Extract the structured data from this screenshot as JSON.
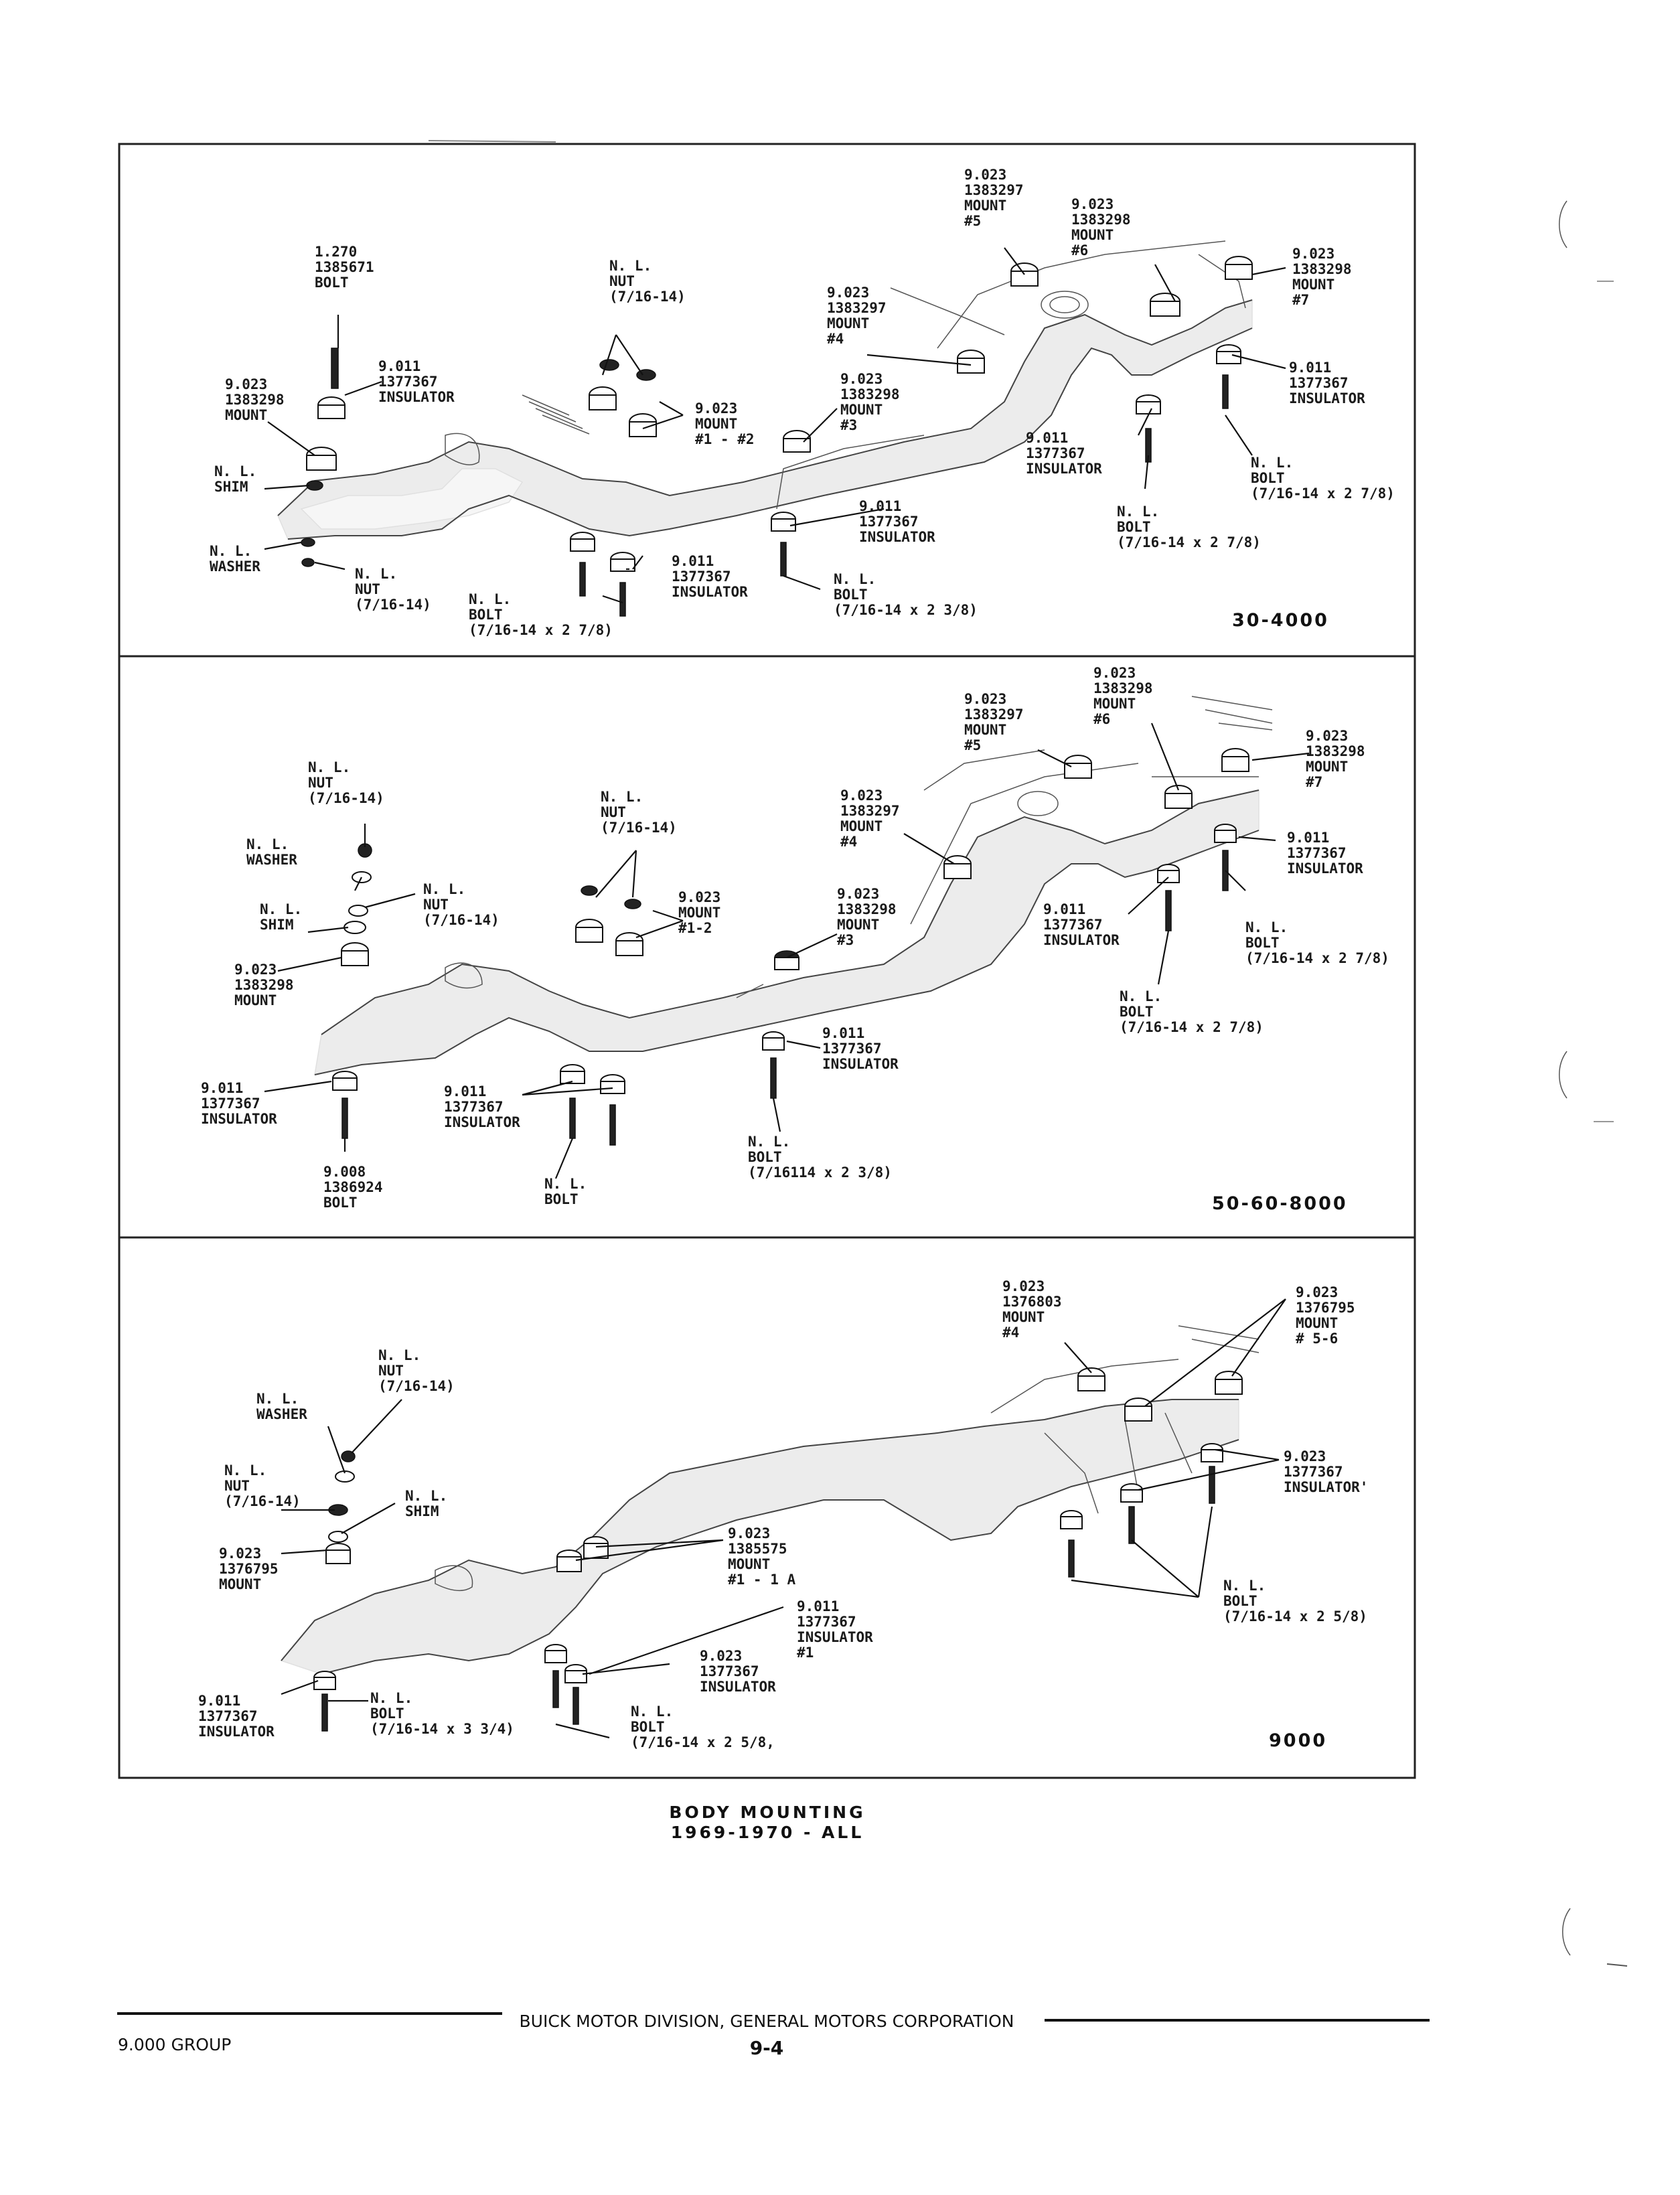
{
  "panels": [
    {
      "code": "30-4000",
      "labels": [
        {
          "id": "p1-bolt-top",
          "lines": [
            "1.270",
            "1385671",
            "BOLT"
          ]
        },
        {
          "id": "p1-nut-top",
          "lines": [
            "N. L.",
            "NUT",
            "(7/16-14)"
          ]
        },
        {
          "id": "p1-mount5",
          "lines": [
            "9.023",
            "1383297",
            "MOUNT",
            "#5"
          ]
        },
        {
          "id": "p1-mount6",
          "lines": [
            "9.023",
            "1383298",
            "MOUNT",
            "#6"
          ]
        },
        {
          "id": "p1-mount7",
          "lines": [
            "9.023",
            "1383298",
            "MOUNT",
            "#7"
          ]
        },
        {
          "id": "p1-mount4",
          "lines": [
            "9.023",
            "1383297",
            "MOUNT",
            "#4"
          ]
        },
        {
          "id": "p1-insulator-upper",
          "lines": [
            "9.011",
            "1377367",
            "INSULATOR"
          ]
        },
        {
          "id": "p1-mount-left",
          "lines": [
            "9.023",
            "1383298",
            "MOUNT"
          ]
        },
        {
          "id": "p1-mount12",
          "lines": [
            "9.023",
            "MOUNT",
            "#1 - #2"
          ]
        },
        {
          "id": "p1-mount3",
          "lines": [
            "9.023",
            "1383298",
            "MOUNT",
            "#3"
          ]
        },
        {
          "id": "p1-insulator-right",
          "lines": [
            "9.011",
            "1377367",
            "INSULATOR"
          ]
        },
        {
          "id": "p1-insulator-mid-right",
          "lines": [
            "9.011",
            "1377367",
            "INSULATOR"
          ]
        },
        {
          "id": "p1-shim",
          "lines": [
            "N. L.",
            "SHIM"
          ]
        },
        {
          "id": "p1-bolt-right",
          "lines": [
            "N. L.",
            "BOLT",
            "(7/16-14 x 2 7/8)"
          ]
        },
        {
          "id": "p1-bolt-right2",
          "lines": [
            "N. L.",
            "BOLT",
            "(7/16-14 x 2 7/8)"
          ]
        },
        {
          "id": "p1-insulator-mid",
          "lines": [
            "9.011",
            "1377367",
            "INSULATOR"
          ]
        },
        {
          "id": "p1-washer",
          "lines": [
            "N. L.",
            "WASHER"
          ]
        },
        {
          "id": "p1-nut-bottom",
          "lines": [
            "N. L.",
            "NUT",
            "(7/16-14)"
          ]
        },
        {
          "id": "p1-insulator-bottom",
          "lines": [
            "9.011",
            "1377367",
            "INSULATOR"
          ]
        },
        {
          "id": "p1-bolt-bottom",
          "lines": [
            "N. L.",
            "BOLT",
            "(7/16-14 x 2 7/8)"
          ]
        },
        {
          "id": "p1-bolt-mid",
          "lines": [
            "N. L.",
            "BOLT",
            "(7/16-14 x 2 3/8)"
          ]
        }
      ]
    },
    {
      "code": "50-60-8000",
      "labels": [
        {
          "id": "p2-mount6",
          "lines": [
            "9.023",
            "1383298",
            "MOUNT",
            "#6"
          ]
        },
        {
          "id": "p2-mount5",
          "lines": [
            "9.023",
            "1383297",
            "MOUNT",
            "#5"
          ]
        },
        {
          "id": "p2-mount7",
          "lines": [
            "9.023",
            "1383298",
            "MOUNT",
            "#7"
          ]
        },
        {
          "id": "p2-nut-top",
          "lines": [
            "N. L.",
            "NUT",
            "(7/16-14)"
          ]
        },
        {
          "id": "p2-nut-mid",
          "lines": [
            "N. L.",
            "NUT",
            "(7/16-14)"
          ]
        },
        {
          "id": "p2-mount4",
          "lines": [
            "9.023",
            "1383297",
            "MOUNT",
            "#4"
          ]
        },
        {
          "id": "p2-washer",
          "lines": [
            "N. L.",
            "WASHER"
          ]
        },
        {
          "id": "p2-insulator-right",
          "lines": [
            "9.011",
            "1377367",
            "INSULATOR"
          ]
        },
        {
          "id": "p2-nut-left",
          "lines": [
            "N. L.",
            "NUT",
            "(7/16-14)"
          ]
        },
        {
          "id": "p2-mount12",
          "lines": [
            "9.023",
            "MOUNT",
            "#1-2"
          ]
        },
        {
          "id": "p2-mount3",
          "lines": [
            "9.023",
            "1383298",
            "MOUNT",
            "#3"
          ]
        },
        {
          "id": "p2-shim",
          "lines": [
            "N. L.",
            "SHIM"
          ]
        },
        {
          "id": "p2-insulator-mid-right",
          "lines": [
            "9.011",
            "1377367",
            "INSULATOR"
          ]
        },
        {
          "id": "p2-bolt-right",
          "lines": [
            "N. L.",
            "BOLT",
            "(7/16-14 x 2 7/8)"
          ]
        },
        {
          "id": "p2-mount-left",
          "lines": [
            "9.023",
            "1383298",
            "MOUNT"
          ]
        },
        {
          "id": "p2-bolt-mid-right",
          "lines": [
            "N. L.",
            "BOLT",
            "(7/16-14 x 2 7/8)"
          ]
        },
        {
          "id": "p2-insulator-mid",
          "lines": [
            "9.011",
            "1377367",
            "INSULATOR"
          ]
        },
        {
          "id": "p2-insulator-left",
          "lines": [
            "9.011",
            "1377367",
            "INSULATOR"
          ]
        },
        {
          "id": "p2-insulator-center",
          "lines": [
            "9.011",
            "1377367",
            "INSULATOR"
          ]
        },
        {
          "id": "p2-bolt-center",
          "lines": [
            "N. L.",
            "BOLT",
            "(7/16114 x 2 3/8)"
          ]
        },
        {
          "id": "p2-bolt-left",
          "lines": [
            "9.008",
            "1386924",
            "BOLT"
          ]
        },
        {
          "id": "p2-bolt-bottom",
          "lines": [
            "N. L.",
            "BOLT"
          ]
        }
      ]
    },
    {
      "code": "9000",
      "labels": [
        {
          "id": "p3-mount4",
          "lines": [
            "9.023",
            "1376803",
            "MOUNT",
            "#4"
          ]
        },
        {
          "id": "p3-mount56",
          "lines": [
            "9.023",
            "1376795",
            "MOUNT",
            "# 5-6"
          ]
        },
        {
          "id": "p3-nut-top",
          "lines": [
            "N. L.",
            "NUT",
            "(7/16-14)"
          ]
        },
        {
          "id": "p3-washer",
          "lines": [
            "N. L.",
            "WASHER"
          ]
        },
        {
          "id": "p3-insulator-right",
          "lines": [
            "9.023",
            "1377367",
            "INSULATOR'"
          ]
        },
        {
          "id": "p3-nut-left",
          "lines": [
            "N. L.",
            "NUT",
            "(7/16-14)"
          ]
        },
        {
          "id": "p3-shim",
          "lines": [
            "N. L.",
            "SHIM"
          ]
        },
        {
          "id": "p3-mount-left",
          "lines": [
            "9.023",
            "1376795",
            "MOUNT"
          ]
        },
        {
          "id": "p3-mount11a",
          "lines": [
            "9.023",
            "1385575",
            "MOUNT",
            "#1 - 1 A"
          ]
        },
        {
          "id": "p3-bolt-right",
          "lines": [
            "N. L.",
            "BOLT",
            "(7/16-14 x 2 5/8)"
          ]
        },
        {
          "id": "p3-insulator1",
          "lines": [
            "9.011",
            "1377367",
            "INSULATOR",
            "#1"
          ]
        },
        {
          "id": "p3-insulator-mid",
          "lines": [
            "9.023",
            "1377367",
            "INSULATOR"
          ]
        },
        {
          "id": "p3-insulator-left",
          "lines": [
            "9.011",
            "1377367",
            "INSULATOR"
          ]
        },
        {
          "id": "p3-bolt-left",
          "lines": [
            "N. L.",
            "BOLT",
            "(7/16-14 x 3 3/4)"
          ]
        },
        {
          "id": "p3-bolt-mid",
          "lines": [
            "N. L.",
            "BOLT",
            "(7/16-14 x 2 5/8,"
          ]
        }
      ]
    }
  ],
  "caption": {
    "title": "BODY MOUNTING",
    "subtitle": "1969-1970 - ALL"
  },
  "footer": {
    "left": "9.000 GROUP",
    "center": "BUICK MOTOR DIVISION, GENERAL MOTORS CORPORATION",
    "page": "9-4"
  }
}
